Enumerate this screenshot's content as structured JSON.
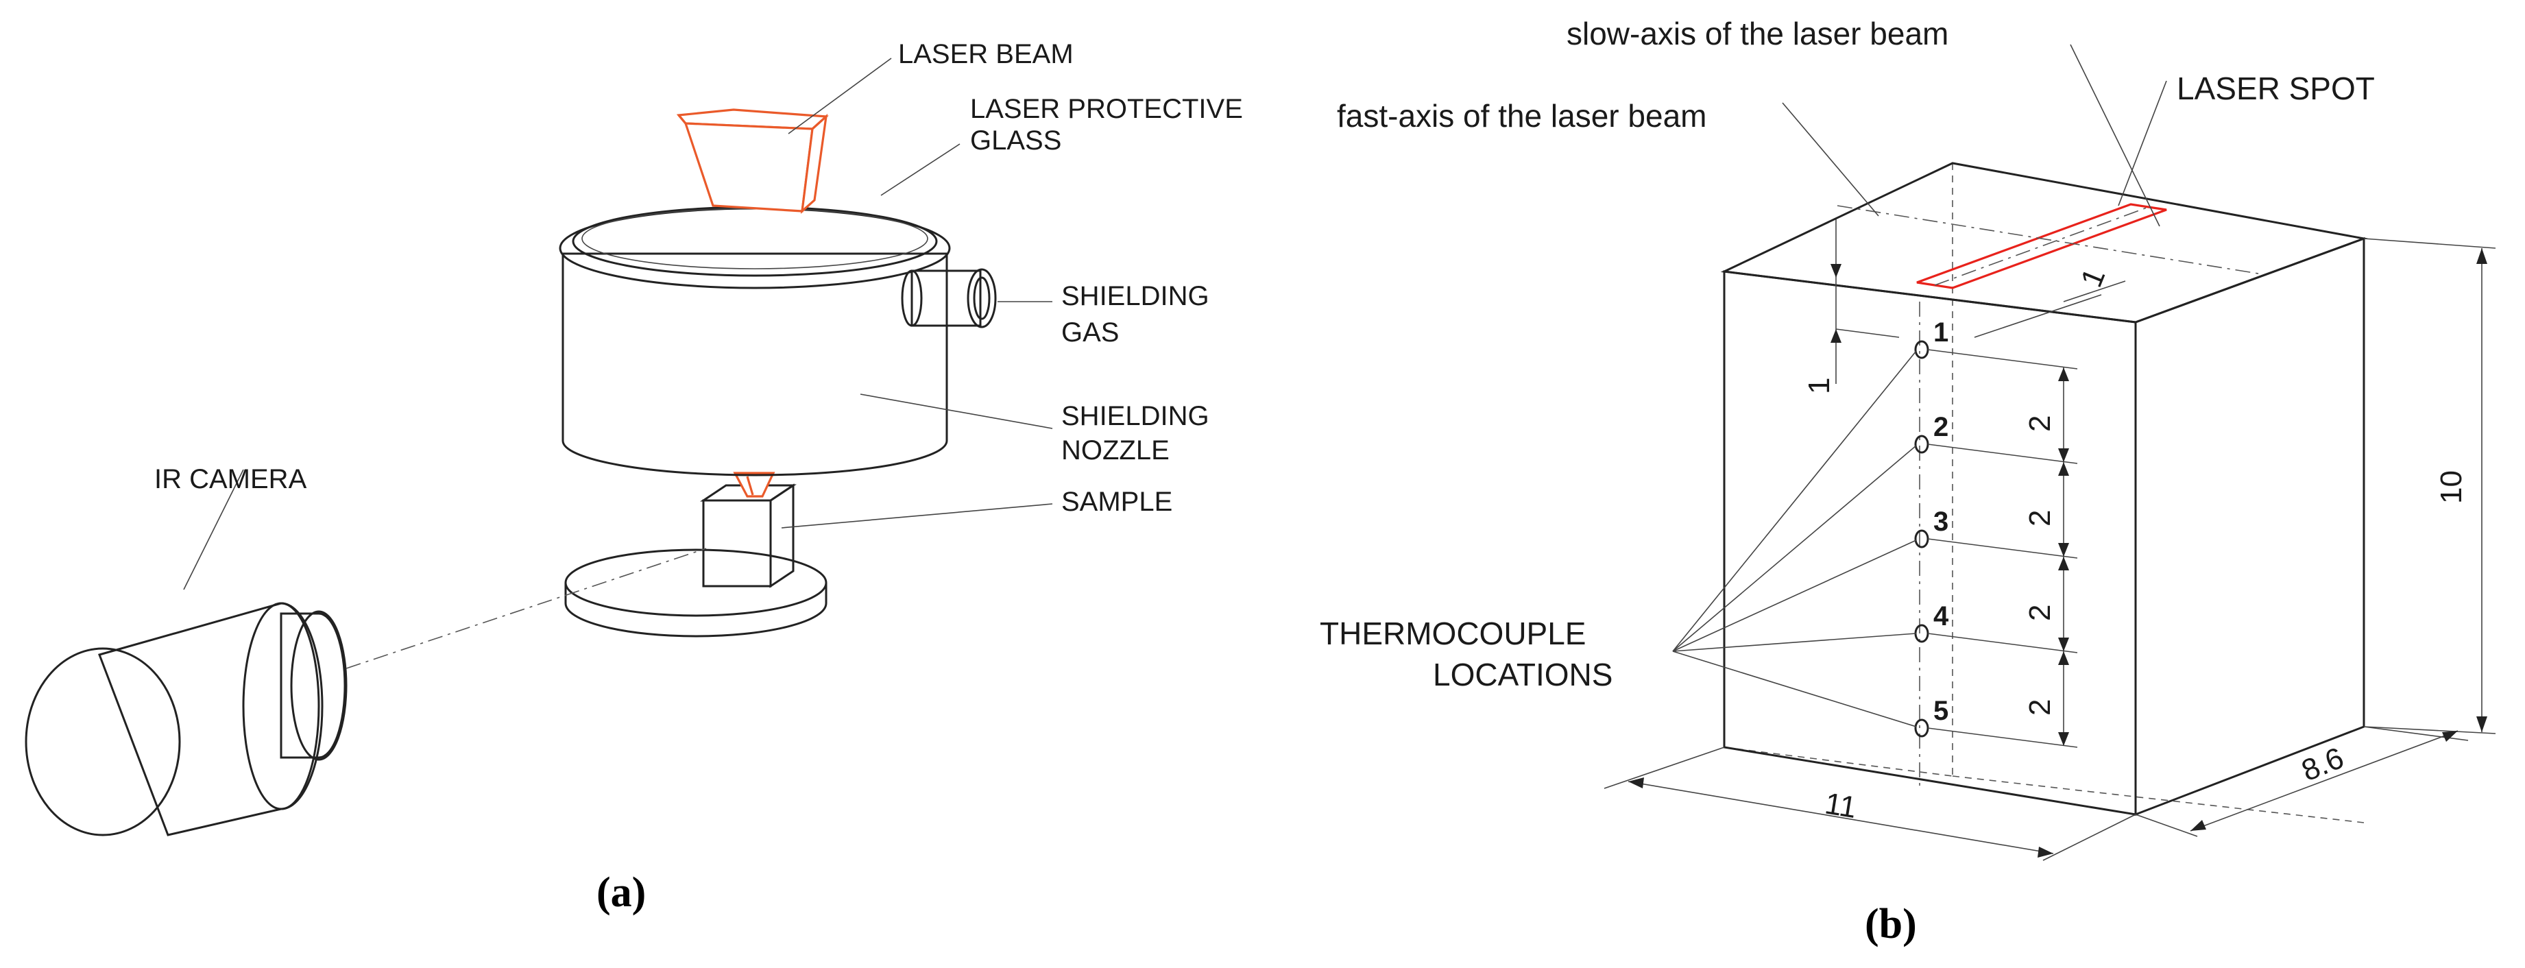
{
  "panel_a": {
    "labels": {
      "laser_beam": "LASER BEAM",
      "protective_glass_1": "LASER PROTECTIVE",
      "protective_glass_2": "GLASS",
      "shielding_gas_1": "SHIELDING",
      "shielding_gas_2": "GAS",
      "shielding_nozzle_1": "SHIELDING",
      "shielding_nozzle_2": "NOZZLE",
      "sample": "SAMPLE",
      "ir_camera": "IR CAMERA"
    },
    "caption": "(a)"
  },
  "panel_b": {
    "labels": {
      "slow_axis": "slow-axis of the laser beam",
      "fast_axis": "fast-axis of the laser beam",
      "laser_spot": "LASER SPOT",
      "thermocouple_1": "THERMOCOUPLE",
      "thermocouple_2": "LOCATIONS"
    },
    "thermocouples": [
      "1",
      "2",
      "3",
      "4",
      "5"
    ],
    "dimensions": {
      "top_offset": "1",
      "spot_offset": "1",
      "spacing": [
        "2",
        "2",
        "2",
        "2"
      ],
      "height": "10",
      "width": "11",
      "depth": "8.6"
    },
    "caption": "(b)"
  }
}
